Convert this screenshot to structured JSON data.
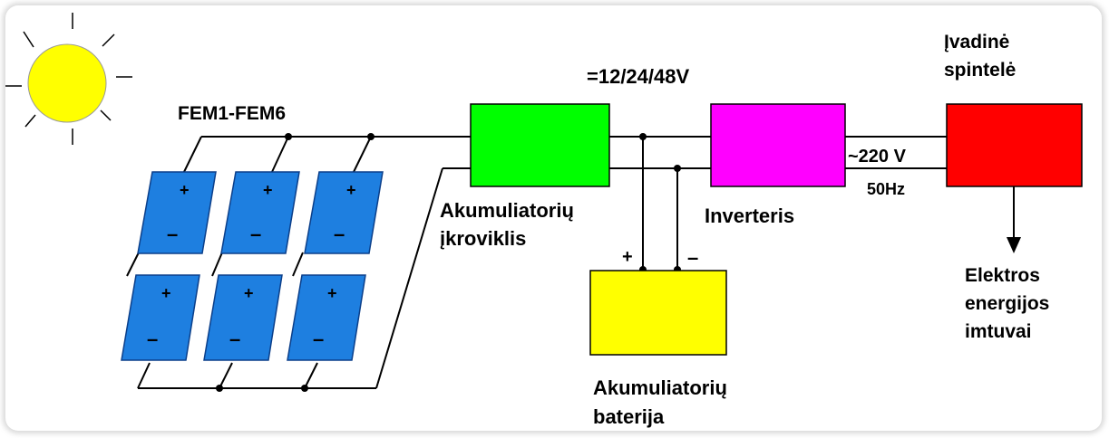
{
  "labels": {
    "panels": "FEM1-FEM6",
    "dc_voltage": "=12/24/48V",
    "charger_line1": "Akumuliatorių",
    "charger_line2": "įkroviklis",
    "inverter": "Inverteris",
    "ac_voltage": "~220 V",
    "ac_freq": "50Hz",
    "board_line1": "Įvadinė",
    "board_line2": "spintelė",
    "battery_line1": "Akumuliatorių",
    "battery_line2": "baterija",
    "consumers_line1": "Elektros",
    "consumers_line2": "energijos",
    "consumers_line3": "imtuvai",
    "plus": "+",
    "minus": "–"
  },
  "colors": {
    "sun": "#ffff00",
    "panel": "#1e7fe0",
    "charger": "#00ff00",
    "inverter": "#ff00ff",
    "board": "#ff0000",
    "battery": "#ffff00",
    "wire": "#000000"
  }
}
